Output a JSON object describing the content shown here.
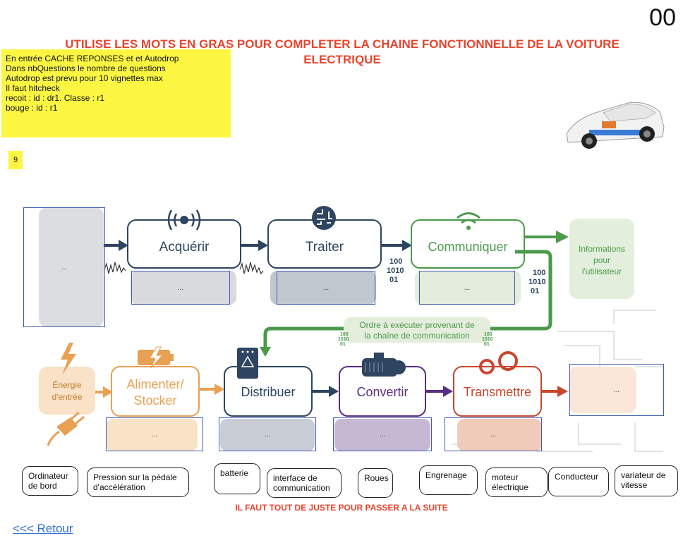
{
  "page_number": "00",
  "title": "UTILISE LES MOTS EN GRAS POUR COMPLETER LA CHAINE FONCTIONNELLE DE LA VOITURE ELECTRIQUE",
  "note": "En entrée CACHE REPONSES et et Autodrop\nDans nbQuestions le nombre de questions\nAutodrop est prevu pour 10 vignettes max\nIl faut hitcheck\nrecoit :  id : dr1. Classe : r1\nbouge : id : r1",
  "counter": "9",
  "diagram": {
    "acquerir": "Acquérir",
    "traiter": "Traiter",
    "communiquer": "Communiquer",
    "informations": [
      "Informations",
      "pour",
      "l'utilisateur"
    ],
    "ordre": [
      "Ordre à exécuter provenant de",
      "la chaîne de communication"
    ],
    "energie": [
      "Énergie",
      "d'entrée"
    ],
    "alimenter": [
      "Alimenter/",
      "Stocker"
    ],
    "distribuer": "Distribuer",
    "convertir": "Convertir",
    "transmettre": "Transmettre",
    "binary": [
      "100",
      "1010",
      "01"
    ],
    "binary_small": [
      "100",
      "1010",
      "01"
    ]
  },
  "placeholder": "...",
  "labels": [
    "Ordinateur de bord",
    "Pression sur la pédale d'accélération",
    "batterie",
    "interface de communication",
    "Roues",
    "Engrenage",
    "moteur électrique",
    "Conducteur",
    "variateur de vitesse"
  ],
  "bottom_message": "IL FAUT TOUT DE JUSTE POUR PASSER A LA SUITE",
  "back_link": "<<< Retour",
  "colors": {
    "title_red": "#e8442e",
    "note_yellow": "#fcf643",
    "navy": "#2d4560",
    "green": "#4a9a4a",
    "orange": "#e8a052",
    "purple": "#5b2d82",
    "red_brown": "#c9462e",
    "dropzone_border": "#3f59b5"
  }
}
